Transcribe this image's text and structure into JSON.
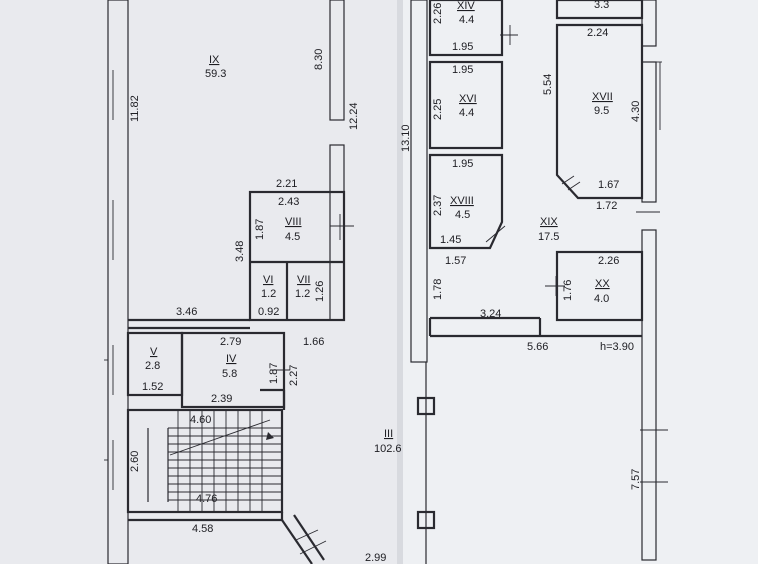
{
  "rooms": [
    {
      "id": "IX",
      "area": "59.3"
    },
    {
      "id": "VIII",
      "area": "4.5"
    },
    {
      "id": "VI",
      "area": "1.2"
    },
    {
      "id": "VII",
      "area": "1.2"
    },
    {
      "id": "V",
      "area": "2.8"
    },
    {
      "id": "IV",
      "area": "5.8"
    },
    {
      "id": "III",
      "area": "102.6"
    },
    {
      "id": "XIV",
      "area": "4.4"
    },
    {
      "id": "XVI",
      "area": "4.4"
    },
    {
      "id": "XVIII",
      "area": "4.5"
    },
    {
      "id": "XVII",
      "area": "9.5"
    },
    {
      "id": "XIX",
      "area": "17.5"
    },
    {
      "id": "XX",
      "area": "4.0"
    },
    {
      "id": "",
      "area": "3.3"
    }
  ],
  "dimensions": [
    "8.30",
    "11.82",
    "12.24",
    "2.21",
    "2.43",
    "1.87",
    "3.48",
    "0.92",
    "1.26",
    "3.46",
    "2.79",
    "1.66",
    "1.87",
    "2.27",
    "1.52",
    "2.39",
    "4.60",
    "2.60",
    "4.76",
    "4.58",
    "2.99",
    "2.26",
    "1.95",
    "1.95",
    "2.25",
    "13.10",
    "1.95",
    "2.37",
    "1.45",
    "1.57",
    "1.78",
    "3.24",
    "5.66",
    "5.54",
    "2.24",
    "4.30",
    "1.67",
    "1.72",
    "2.26",
    "1.76",
    "7.57"
  ],
  "height_note": "h=3.90"
}
